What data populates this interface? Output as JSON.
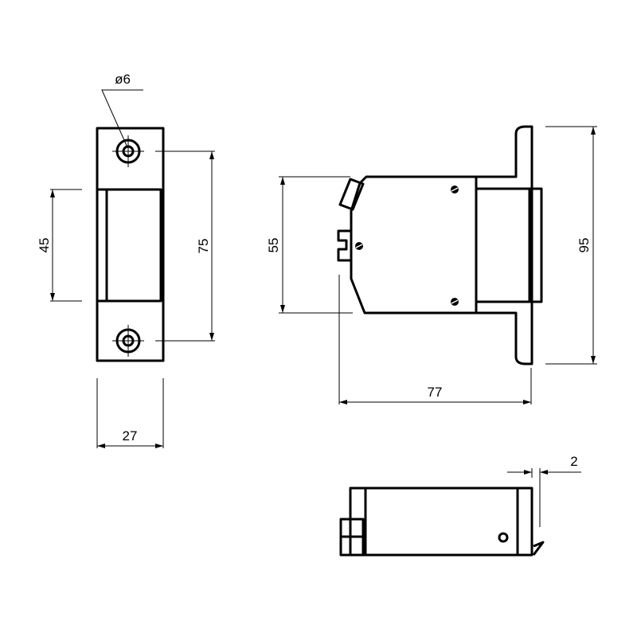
{
  "dimensions": {
    "hole_diameter": "ø6",
    "strike_opening_height": "45",
    "strike_hole_spacing": "75",
    "strike_width": "27",
    "body_height": "55",
    "faceplate_height": "95",
    "body_depth": "77",
    "faceplate_offset": "2"
  },
  "colors": {
    "line": "#000000",
    "background": "#ffffff"
  }
}
